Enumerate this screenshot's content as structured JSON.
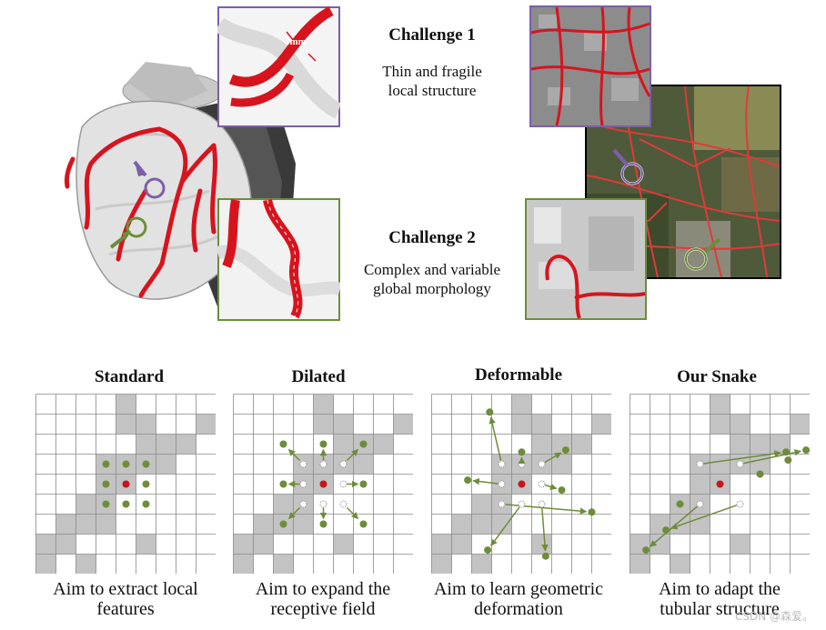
{
  "top": {
    "challenge1": {
      "title": "Challenge 1",
      "desc_line1": "Thin and fragile",
      "desc_line2": "local structure",
      "scale_label": "3mm"
    },
    "challenge2": {
      "title": "Challenge 2",
      "desc_line1": "Complex and variable",
      "desc_line2": "global morphology"
    },
    "colors": {
      "vessel": "#d7141e",
      "purple": "#7b5fa8",
      "green": "#6b8e3a"
    }
  },
  "bottom": {
    "colors": {
      "shaded": "#c3c3c3",
      "dot": "#6e8c3a",
      "center": "#c8161d",
      "arrow": "#6e8c3a"
    },
    "panels": [
      {
        "title": "Standard",
        "caption_line1": "Aim to extract local",
        "caption_line2": "features"
      },
      {
        "title": "Dilated",
        "caption_line1": "Aim to expand the",
        "caption_line2": "receptive field"
      },
      {
        "title": "Deformable",
        "caption_line1": "Aim to learn geometric",
        "caption_line2": "deformation"
      },
      {
        "title": "Our Snake",
        "caption_line1": "Aim to adapt the",
        "caption_line2": "tubular structure"
      }
    ]
  },
  "watermark": "CSDN @森爱。"
}
